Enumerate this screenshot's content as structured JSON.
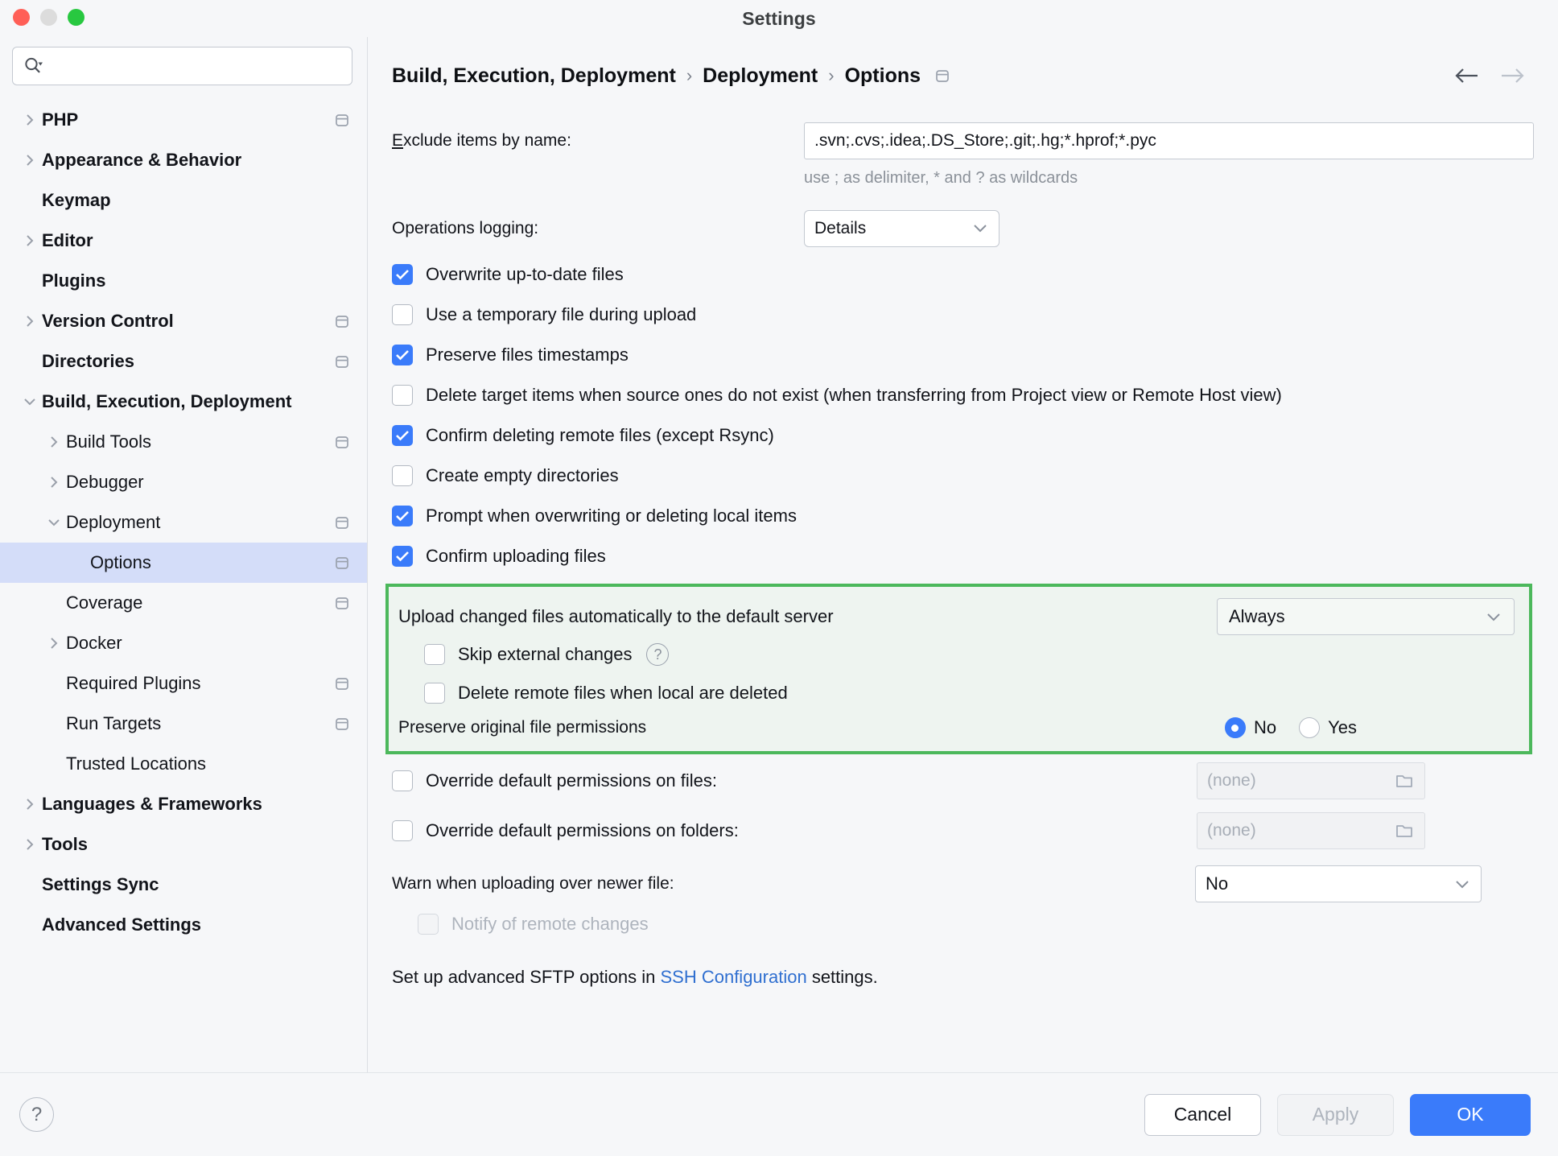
{
  "window": {
    "title": "Settings",
    "traffic_lights": [
      "close",
      "minimize",
      "zoom"
    ]
  },
  "sidebar": {
    "search": {
      "value": "",
      "placeholder": ""
    },
    "items": [
      {
        "label": "PHP",
        "level": 0,
        "bold": true,
        "arrow": "right",
        "scope_icon": true
      },
      {
        "label": "Appearance & Behavior",
        "level": 0,
        "bold": true,
        "arrow": "right",
        "scope_icon": false
      },
      {
        "label": "Keymap",
        "level": 0,
        "bold": true,
        "arrow": "none",
        "scope_icon": false
      },
      {
        "label": "Editor",
        "level": 0,
        "bold": true,
        "arrow": "right",
        "scope_icon": false
      },
      {
        "label": "Plugins",
        "level": 0,
        "bold": true,
        "arrow": "none",
        "scope_icon": false
      },
      {
        "label": "Version Control",
        "level": 0,
        "bold": true,
        "arrow": "right",
        "scope_icon": true
      },
      {
        "label": "Directories",
        "level": 0,
        "bold": true,
        "arrow": "none",
        "scope_icon": true
      },
      {
        "label": "Build, Execution, Deployment",
        "level": 0,
        "bold": true,
        "arrow": "down",
        "scope_icon": false
      },
      {
        "label": "Build Tools",
        "level": 1,
        "bold": false,
        "arrow": "right",
        "scope_icon": true
      },
      {
        "label": "Debugger",
        "level": 1,
        "bold": false,
        "arrow": "right",
        "scope_icon": false
      },
      {
        "label": "Deployment",
        "level": 1,
        "bold": false,
        "arrow": "down",
        "scope_icon": true
      },
      {
        "label": "Options",
        "level": 2,
        "bold": false,
        "arrow": "none",
        "scope_icon": true,
        "selected": true
      },
      {
        "label": "Coverage",
        "level": 1,
        "bold": false,
        "arrow": "none",
        "scope_icon": true
      },
      {
        "label": "Docker",
        "level": 1,
        "bold": false,
        "arrow": "right",
        "scope_icon": false
      },
      {
        "label": "Required Plugins",
        "level": 1,
        "bold": false,
        "arrow": "none",
        "scope_icon": true
      },
      {
        "label": "Run Targets",
        "level": 1,
        "bold": false,
        "arrow": "none",
        "scope_icon": true
      },
      {
        "label": "Trusted Locations",
        "level": 1,
        "bold": false,
        "arrow": "none",
        "scope_icon": false
      },
      {
        "label": "Languages & Frameworks",
        "level": 0,
        "bold": true,
        "arrow": "right",
        "scope_icon": false
      },
      {
        "label": "Tools",
        "level": 0,
        "bold": true,
        "arrow": "right",
        "scope_icon": false
      },
      {
        "label": "Settings Sync",
        "level": 0,
        "bold": true,
        "arrow": "none",
        "scope_icon": false
      },
      {
        "label": "Advanced Settings",
        "level": 0,
        "bold": true,
        "arrow": "none",
        "scope_icon": false
      }
    ]
  },
  "breadcrumb": {
    "items": [
      "Build, Execution, Deployment",
      "Deployment",
      "Options"
    ],
    "separator": "›",
    "scope_icon": "project-scope-icon",
    "back_arrow": "arrow-left-icon",
    "forward_arrow": "arrow-right-icon"
  },
  "main": {
    "exclude": {
      "label_prefix": "E",
      "label_rest": "xclude items by name:",
      "value": ".svn;.cvs;.idea;.DS_Store;.git;.hg;*.hprof;*.pyc",
      "hint": "use ; as delimiter, * and ? as wildcards"
    },
    "operations_logging": {
      "label": "Operations logging:",
      "value": "Details",
      "options": [
        "Details"
      ]
    },
    "checkboxes": [
      {
        "label": "Overwrite up-to-date files",
        "checked": true,
        "disabled": false
      },
      {
        "label": "Use a temporary file during upload",
        "checked": false,
        "disabled": false
      },
      {
        "label": "Preserve files timestamps",
        "checked": true,
        "disabled": false
      },
      {
        "label": "Delete target items when source ones do not exist (when transferring from Project view or Remote Host view)",
        "checked": false,
        "disabled": false
      },
      {
        "label": "Confirm deleting remote files (except Rsync)",
        "checked": true,
        "disabled": false
      },
      {
        "label": "Create empty directories",
        "checked": false,
        "disabled": false
      },
      {
        "label": "Prompt when overwriting or deleting local items",
        "checked": true,
        "disabled": false
      },
      {
        "label": "Confirm uploading files",
        "checked": true,
        "disabled": false
      }
    ],
    "highlight": {
      "border_color": "#4cb85c",
      "upload_label": "Upload changed files automatically to the default server",
      "upload_value": "Always",
      "upload_options": [
        "Always"
      ],
      "skip_external": {
        "label": "Skip external changes",
        "checked": false
      },
      "help_glyph": "?",
      "delete_remote": {
        "label": "Delete remote files when local are deleted",
        "checked": false
      },
      "permissions_label": "Preserve original file permissions",
      "radios": [
        {
          "label": "No",
          "selected": true
        },
        {
          "label": "Yes",
          "selected": false
        }
      ]
    },
    "override_files": {
      "label": "Override default permissions on files:",
      "checked": false,
      "value": "(none)",
      "browse_icon": "folder-icon"
    },
    "override_folders": {
      "label": "Override default permissions on folders:",
      "checked": false,
      "value": "(none)",
      "browse_icon": "folder-icon"
    },
    "warn_newer": {
      "label": "Warn when uploading over newer file:",
      "value": "No",
      "options": [
        "No"
      ]
    },
    "notify_remote": {
      "label": "Notify of remote changes",
      "checked": false,
      "disabled": true
    },
    "sftp_note": {
      "prefix": "Set up advanced SFTP options in ",
      "link": "SSH Configuration",
      "suffix": " settings."
    }
  },
  "footer": {
    "help_glyph": "?",
    "cancel": "Cancel",
    "apply": "Apply",
    "ok": "OK"
  },
  "colors": {
    "accent": "#3a7bfa",
    "highlight_green": "#4cb85c",
    "selection_blue": "#d4ddf9",
    "link_blue": "#2f6fd0"
  }
}
